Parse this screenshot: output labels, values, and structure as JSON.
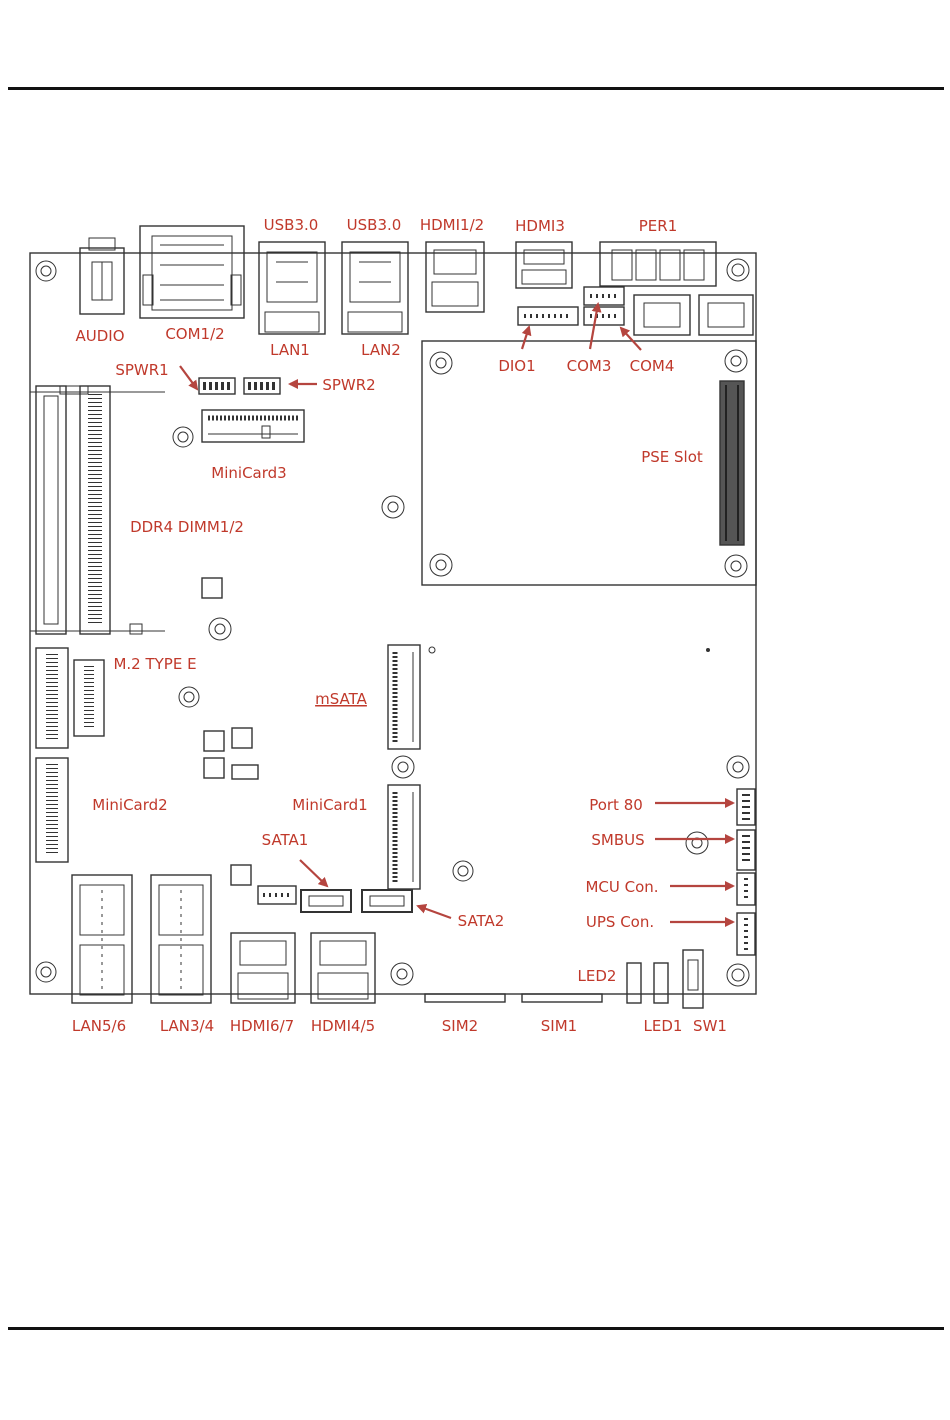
{
  "diagram": {
    "labels": {
      "usb_left": "USB3.0",
      "usb_right": "USB3.0",
      "hdmi12": "HDMI1/2",
      "hdmi3": "HDMI3",
      "per1": "PER1",
      "audio": "AUDIO",
      "com12": "COM1/2",
      "lan1": "LAN1",
      "lan2": "LAN2",
      "dio1": "DIO1",
      "com3": "COM3",
      "com4": "COM4",
      "spwr1": "SPWR1",
      "spwr2": "SPWR2",
      "minicard3": "MiniCard3",
      "pse_slot": "PSE Slot",
      "ddr4": "DDR4 DIMM1/2",
      "m2": "M.2 TYPE E",
      "msata": "mSATA",
      "minicard2": "MiniCard2",
      "minicard1": "MiniCard1",
      "port80": "Port 80",
      "smbus": "SMBUS",
      "sata1": "SATA1",
      "sata2": "SATA2",
      "mcu": "MCU Con.",
      "ups": "UPS Con.",
      "led2": "LED2",
      "lan56": "LAN5/6",
      "lan34": "LAN3/4",
      "hdmi67": "HDMI6/7",
      "hdmi45": "HDMI4/5",
      "sim2": "SIM2",
      "sim1": "SIM1",
      "led1": "LED1",
      "sw1": "SW1"
    }
  }
}
